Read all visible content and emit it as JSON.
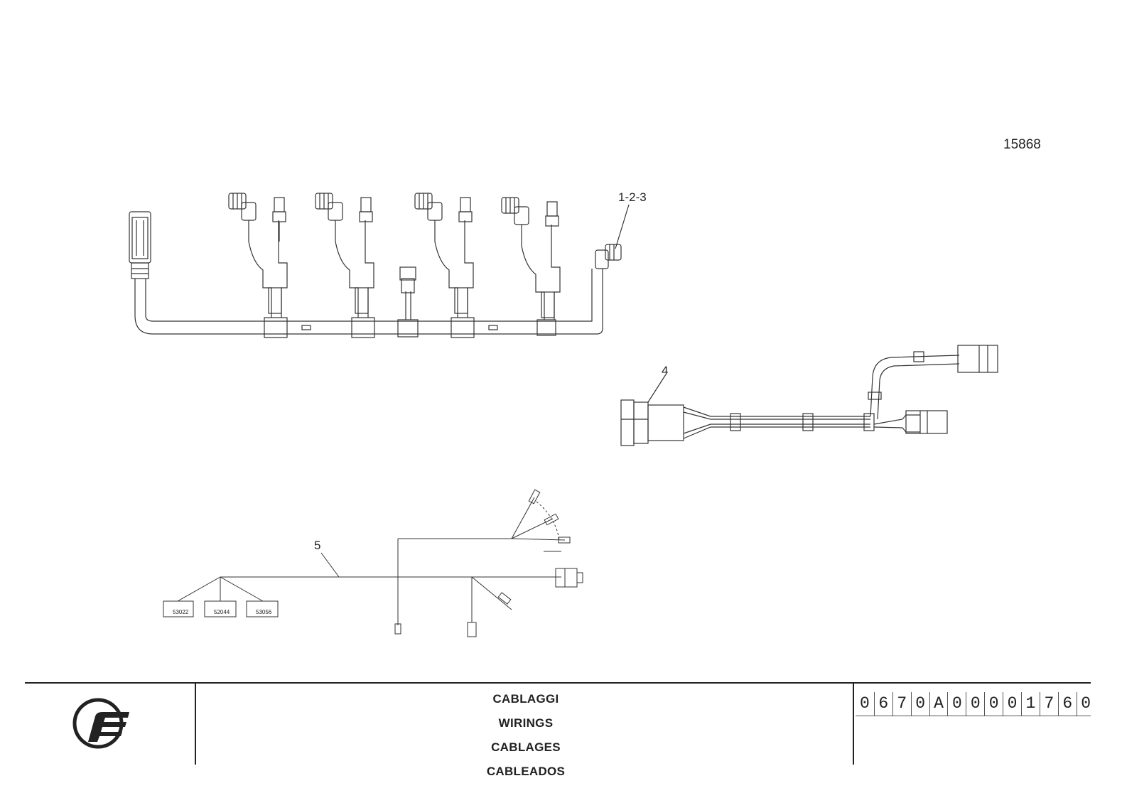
{
  "drawing": {
    "reference_number": "15868",
    "callouts": [
      "1-2-3",
      "4",
      "5"
    ],
    "connector_labels": [
      "53022",
      "52044",
      "53056"
    ]
  },
  "title_block": {
    "titles": [
      "CABLAGGI",
      "WIRINGS",
      "CABLAGES",
      "CABLEADOS"
    ],
    "code": [
      "0",
      "6",
      "7",
      "0",
      "A",
      "0",
      "0",
      "0",
      "0",
      "1",
      "7",
      "6",
      "0"
    ]
  }
}
